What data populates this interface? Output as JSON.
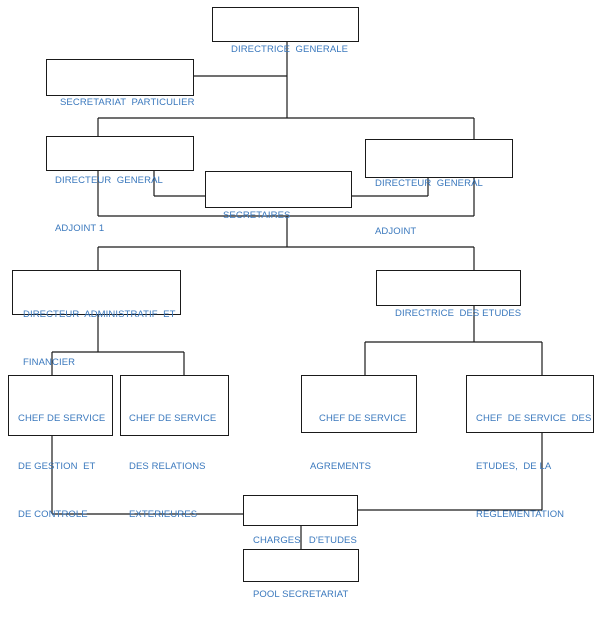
{
  "nodes": {
    "directrice_generale": {
      "lines": [
        "DIRECTRICE  GENERALE"
      ]
    },
    "secretariat_particulier": {
      "lines": [
        "SECRETARIAT  PARTICULIER"
      ]
    },
    "directeur_general_adjoint_1": {
      "lines": [
        "DIRECTEUR  GENERAL",
        "ADJOINT 1"
      ]
    },
    "directeur_general_adjoint": {
      "lines": [
        "DIRECTEUR  GENERAL",
        "ADJOINT"
      ]
    },
    "secretaires": {
      "lines": [
        "SECRETAIRES"
      ]
    },
    "directeur_administratif_financier": {
      "lines": [
        "DIRECTEUR  ADMINISTRATIF  ET",
        "FINANCIER"
      ]
    },
    "directrice_des_etudes": {
      "lines": [
        "DIRECTRICE  DES ETUDES"
      ]
    },
    "chef_service_gestion_controle": {
      "lines": [
        "CHEF DE SERVICE",
        "DE GESTION  ET",
        "DE CONTROLE"
      ]
    },
    "chef_service_relations_exterieures": {
      "lines": [
        "CHEF DE SERVICE",
        "DES RELATIONS",
        "EXTERIEURES"
      ]
    },
    "chef_service_agrements": {
      "lines": [
        "CHEF DE SERVICE",
        "AGREMENTS"
      ]
    },
    "chef_service_etudes_reglementation": {
      "lines": [
        "CHEF  DE SERVICE  DES",
        "ETUDES,  DE LA",
        "REGLEMENTATION"
      ]
    },
    "charges_etudes": {
      "lines": [
        "CHARGES   D'ETUDES"
      ]
    },
    "pool_secretariat": {
      "lines": [
        "POOL SECRETARIAT"
      ]
    }
  },
  "colors": {
    "text": "#3a78bd",
    "line": "#1a1a1a",
    "background": "#ffffff"
  }
}
